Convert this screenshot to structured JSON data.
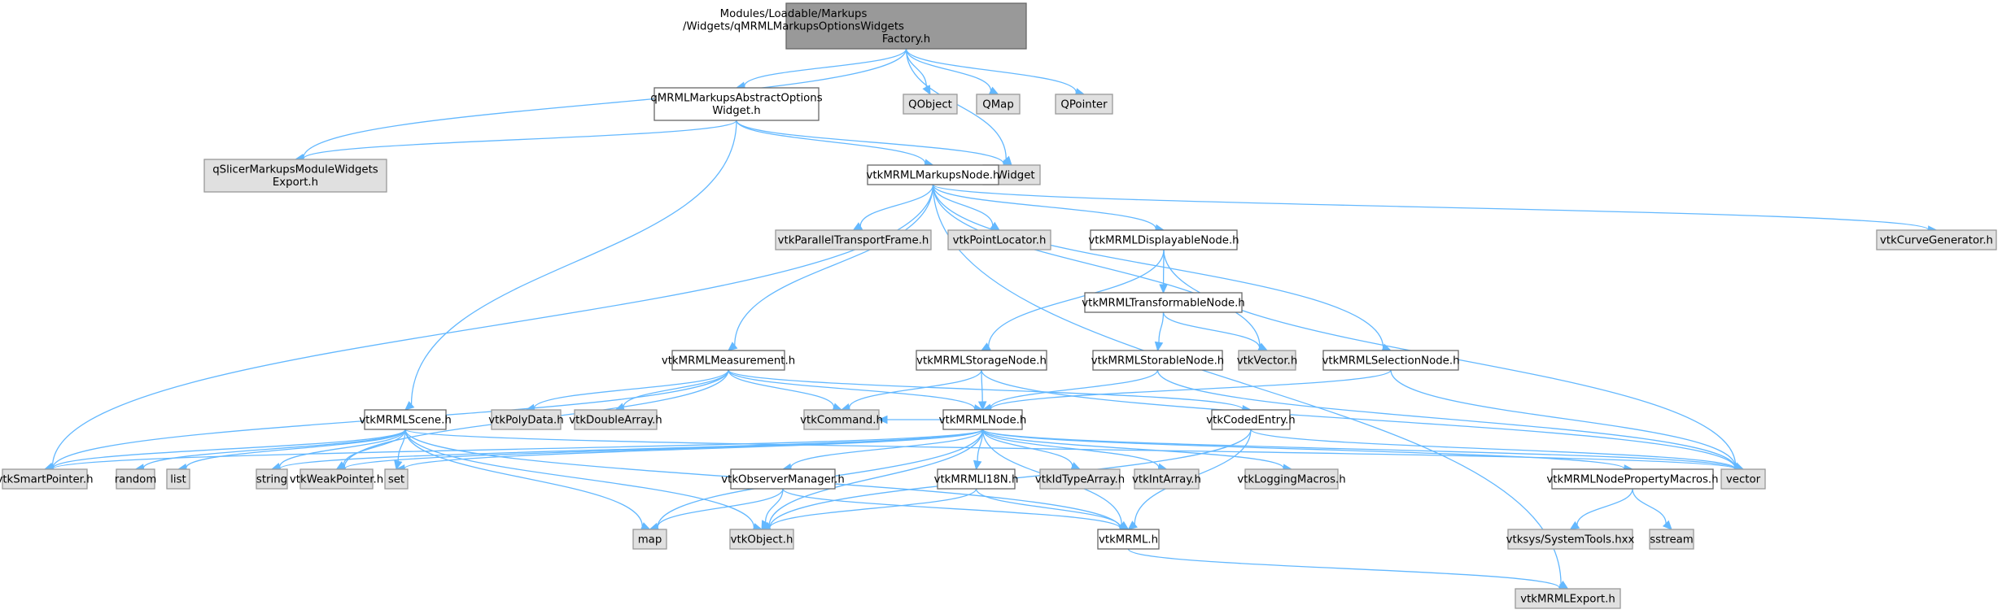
{
  "diagram": {
    "title": "Include dependency graph for qMRMLMarkupsOptionsWidgetsFactory.h",
    "colors": {
      "edge": "#63b8ff",
      "root_fill": "#999999",
      "local_fill": "#ffffff",
      "external_fill": "#e0e0e0",
      "border": "#666666"
    },
    "nodes": [
      {
        "id": "root",
        "kind": "root",
        "lines": [
          "Modules/Loadable/Markups",
          "/Widgets/qMRMLMarkupsOptionsWidgets",
          "Factory.h"
        ]
      },
      {
        "id": "abstractOptions",
        "kind": "local",
        "lines": [
          "qMRMLMarkupsAbstractOptions",
          "Widget.h"
        ]
      },
      {
        "id": "QObject",
        "kind": "ext",
        "lines": [
          "QObject"
        ]
      },
      {
        "id": "QMap",
        "kind": "ext",
        "lines": [
          "QMap"
        ]
      },
      {
        "id": "QPointer",
        "kind": "ext",
        "lines": [
          "QPointer"
        ]
      },
      {
        "id": "widgetsExport",
        "kind": "ext",
        "lines": [
          "qSlicerMarkupsModuleWidgets",
          "Export.h"
        ]
      },
      {
        "id": "QWidget",
        "kind": "ext",
        "lines": [
          "QWidget"
        ]
      },
      {
        "id": "markupsNode",
        "kind": "local",
        "lines": [
          "vtkMRMLMarkupsNode.h"
        ]
      },
      {
        "id": "parallelTransport",
        "kind": "ext",
        "lines": [
          "vtkParallelTransportFrame.h"
        ]
      },
      {
        "id": "pointLocator",
        "kind": "ext",
        "lines": [
          "vtkPointLocator.h"
        ]
      },
      {
        "id": "displayableNode",
        "kind": "local",
        "lines": [
          "vtkMRMLDisplayableNode.h"
        ]
      },
      {
        "id": "curveGenerator",
        "kind": "ext",
        "lines": [
          "vtkCurveGenerator.h"
        ]
      },
      {
        "id": "transformableNode",
        "kind": "local",
        "lines": [
          "vtkMRMLTransformableNode.h"
        ]
      },
      {
        "id": "measurement",
        "kind": "local",
        "lines": [
          "vtkMRMLMeasurement.h"
        ]
      },
      {
        "id": "storageNode",
        "kind": "local",
        "lines": [
          "vtkMRMLStorageNode.h"
        ]
      },
      {
        "id": "storableNode",
        "kind": "local",
        "lines": [
          "vtkMRMLStorableNode.h"
        ]
      },
      {
        "id": "vtkVector",
        "kind": "ext",
        "lines": [
          "vtkVector.h"
        ]
      },
      {
        "id": "selectionNode",
        "kind": "local",
        "lines": [
          "vtkMRMLSelectionNode.h"
        ]
      },
      {
        "id": "scene",
        "kind": "local",
        "lines": [
          "vtkMRMLScene.h"
        ]
      },
      {
        "id": "polyData",
        "kind": "ext",
        "lines": [
          "vtkPolyData.h"
        ]
      },
      {
        "id": "doubleArray",
        "kind": "ext",
        "lines": [
          "vtkDoubleArray.h"
        ]
      },
      {
        "id": "command",
        "kind": "ext",
        "lines": [
          "vtkCommand.h"
        ]
      },
      {
        "id": "mrmlNode",
        "kind": "local",
        "lines": [
          "vtkMRMLNode.h"
        ]
      },
      {
        "id": "codedEntry",
        "kind": "local",
        "lines": [
          "vtkCodedEntry.h"
        ]
      },
      {
        "id": "smartPointer",
        "kind": "ext",
        "lines": [
          "vtkSmartPointer.h"
        ]
      },
      {
        "id": "random",
        "kind": "ext",
        "lines": [
          "random"
        ]
      },
      {
        "id": "list",
        "kind": "ext",
        "lines": [
          "list"
        ]
      },
      {
        "id": "string",
        "kind": "ext",
        "lines": [
          "string"
        ]
      },
      {
        "id": "weakPointer",
        "kind": "ext",
        "lines": [
          "vtkWeakPointer.h"
        ]
      },
      {
        "id": "set",
        "kind": "ext",
        "lines": [
          "set"
        ]
      },
      {
        "id": "observerManager",
        "kind": "local",
        "lines": [
          "vtkObserverManager.h"
        ]
      },
      {
        "id": "i18n",
        "kind": "local",
        "lines": [
          "vtkMRMLI18N.h"
        ]
      },
      {
        "id": "idTypeArray",
        "kind": "ext",
        "lines": [
          "vtkIdTypeArray.h"
        ]
      },
      {
        "id": "intArray",
        "kind": "ext",
        "lines": [
          "vtkIntArray.h"
        ]
      },
      {
        "id": "loggingMacros",
        "kind": "ext",
        "lines": [
          "vtkLoggingMacros.h"
        ]
      },
      {
        "id": "propertyMacros",
        "kind": "local",
        "lines": [
          "vtkMRMLNodePropertyMacros.h"
        ]
      },
      {
        "id": "vector",
        "kind": "ext",
        "lines": [
          "vector"
        ]
      },
      {
        "id": "map",
        "kind": "ext",
        "lines": [
          "map"
        ]
      },
      {
        "id": "vtkObject",
        "kind": "ext",
        "lines": [
          "vtkObject.h"
        ]
      },
      {
        "id": "vtkMRML",
        "kind": "local",
        "lines": [
          "vtkMRML.h"
        ]
      },
      {
        "id": "systemTools",
        "kind": "ext",
        "lines": [
          "vtksys/SystemTools.hxx"
        ]
      },
      {
        "id": "sstream",
        "kind": "ext",
        "lines": [
          "sstream"
        ]
      },
      {
        "id": "mrmlExport",
        "kind": "ext",
        "lines": [
          "vtkMRMLExport.h"
        ]
      }
    ],
    "edges": [
      [
        "root",
        "widgetsExport"
      ],
      [
        "root",
        "abstractOptions"
      ],
      [
        "root",
        "QWidget"
      ],
      [
        "root",
        "QObject"
      ],
      [
        "root",
        "QMap"
      ],
      [
        "root",
        "QPointer"
      ],
      [
        "abstractOptions",
        "widgetsExport"
      ],
      [
        "abstractOptions",
        "scene"
      ],
      [
        "abstractOptions",
        "markupsNode"
      ],
      [
        "abstractOptions",
        "QWidget"
      ],
      [
        "markupsNode",
        "smartPointer"
      ],
      [
        "markupsNode",
        "measurement"
      ],
      [
        "markupsNode",
        "parallelTransport"
      ],
      [
        "markupsNode",
        "pointLocator"
      ],
      [
        "markupsNode",
        "displayableNode"
      ],
      [
        "markupsNode",
        "vtkVector"
      ],
      [
        "markupsNode",
        "selectionNode"
      ],
      [
        "markupsNode",
        "curveGenerator"
      ],
      [
        "markupsNode",
        "mrmlExport"
      ],
      [
        "displayableNode",
        "transformableNode"
      ],
      [
        "displayableNode",
        "storageNode"
      ],
      [
        "displayableNode",
        "vector"
      ],
      [
        "transformableNode",
        "storableNode"
      ],
      [
        "transformableNode",
        "vtkVector"
      ],
      [
        "storableNode",
        "mrmlNode"
      ],
      [
        "storableNode",
        "vector"
      ],
      [
        "storageNode",
        "mrmlNode"
      ],
      [
        "storageNode",
        "command"
      ],
      [
        "storageNode",
        "vector"
      ],
      [
        "selectionNode",
        "mrmlNode"
      ],
      [
        "selectionNode",
        "vector"
      ],
      [
        "measurement",
        "smartPointer"
      ],
      [
        "measurement",
        "polyData"
      ],
      [
        "measurement",
        "doubleArray"
      ],
      [
        "measurement",
        "command"
      ],
      [
        "measurement",
        "mrmlNode"
      ],
      [
        "measurement",
        "codedEntry"
      ],
      [
        "measurement",
        "weakPointer"
      ],
      [
        "scene",
        "smartPointer"
      ],
      [
        "scene",
        "random"
      ],
      [
        "scene",
        "list"
      ],
      [
        "scene",
        "string"
      ],
      [
        "scene",
        "weakPointer"
      ],
      [
        "scene",
        "set"
      ],
      [
        "scene",
        "map"
      ],
      [
        "scene",
        "vtkObject"
      ],
      [
        "scene",
        "vtkMRML"
      ],
      [
        "scene",
        "vector"
      ],
      [
        "mrmlNode",
        "smartPointer"
      ],
      [
        "mrmlNode",
        "string"
      ],
      [
        "mrmlNode",
        "weakPointer"
      ],
      [
        "mrmlNode",
        "set"
      ],
      [
        "mrmlNode",
        "map"
      ],
      [
        "mrmlNode",
        "vtkObject"
      ],
      [
        "mrmlNode",
        "observerManager"
      ],
      [
        "mrmlNode",
        "i18n"
      ],
      [
        "mrmlNode",
        "idTypeArray"
      ],
      [
        "mrmlNode",
        "intArray"
      ],
      [
        "mrmlNode",
        "loggingMacros"
      ],
      [
        "mrmlNode",
        "propertyMacros"
      ],
      [
        "mrmlNode",
        "vector"
      ],
      [
        "mrmlNode",
        "vtkMRML"
      ],
      [
        "mrmlNode",
        "command"
      ],
      [
        "codedEntry",
        "vector"
      ],
      [
        "codedEntry",
        "vtkObject"
      ],
      [
        "codedEntry",
        "vtkMRML"
      ],
      [
        "observerManager",
        "map"
      ],
      [
        "observerManager",
        "vtkObject"
      ],
      [
        "observerManager",
        "vtkMRML"
      ],
      [
        "i18n",
        "vtkObject"
      ],
      [
        "i18n",
        "vtkMRML"
      ],
      [
        "propertyMacros",
        "systemTools"
      ],
      [
        "propertyMacros",
        "sstream"
      ],
      [
        "vtkMRML",
        "mrmlExport"
      ]
    ]
  }
}
